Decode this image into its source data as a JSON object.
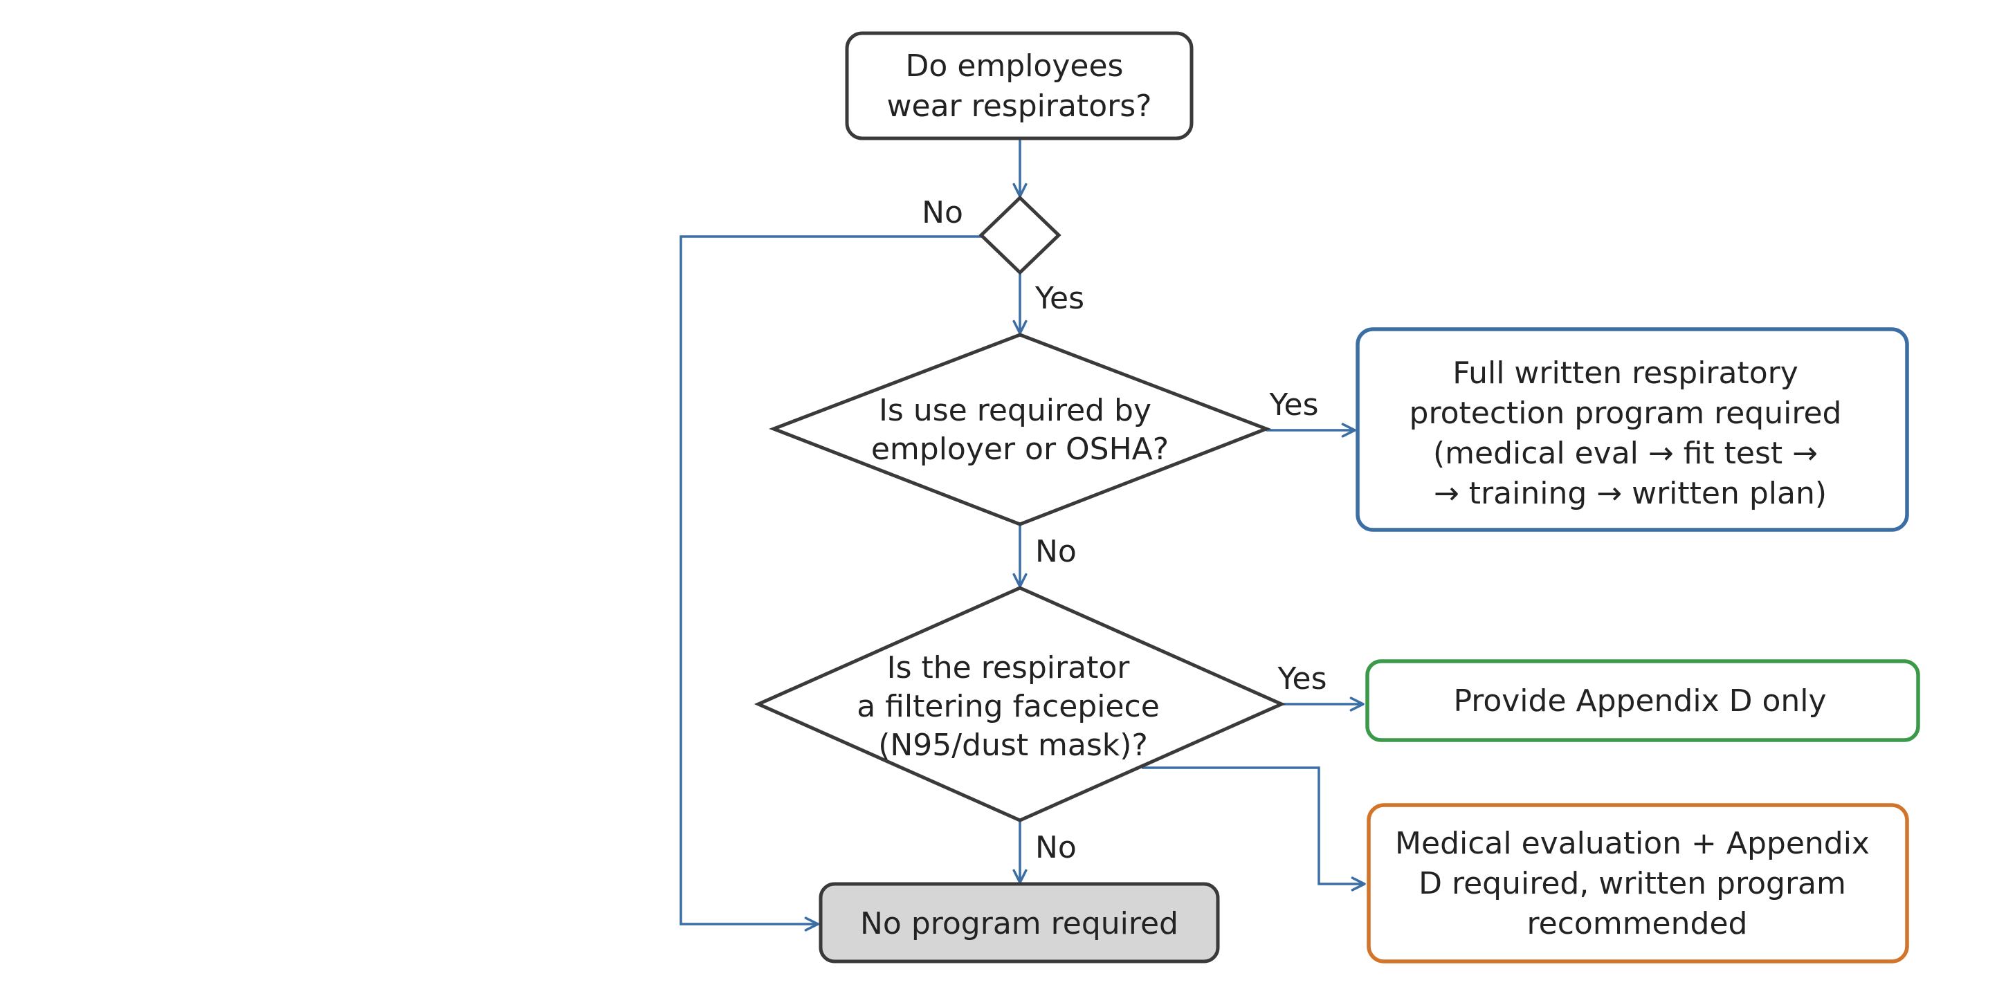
{
  "colors": {
    "node_border": "#3a3a3a",
    "connector": "#3b6ea5",
    "full_program_border": "#3b6ea5",
    "appendix_d_border": "#3a9a4a",
    "medical_eval_border": "#d2742a",
    "terminal_fill": "#d6d6d6",
    "text": "#222222"
  },
  "nodes": {
    "start": {
      "lines": [
        "Do employees",
        "wear respirators?"
      ]
    },
    "decision_required": {
      "lines": [
        "Is use required by",
        "employer or OSHA?"
      ]
    },
    "decision_filtering": {
      "lines": [
        "Is the respirator",
        "a filtering facepiece",
        "(N95/dust mask)?"
      ]
    },
    "full_program": {
      "lines": [
        "Full written respiratory",
        "protection program required",
        "(medical eval → fit test →",
        "→ training → written plan)"
      ]
    },
    "appendix_d": {
      "lines": [
        "Provide Appendix D only"
      ]
    },
    "medical_eval": {
      "lines": [
        "Medical evaluation + Appendix",
        "D required, written program",
        "recommended"
      ]
    },
    "no_program": {
      "lines": [
        "No program required"
      ]
    }
  },
  "edge_labels": {
    "first_no": "No",
    "first_yes": "Yes",
    "required_yes": "Yes",
    "required_no": "No",
    "filtering_yes": "Yes",
    "filtering_no": "No"
  }
}
